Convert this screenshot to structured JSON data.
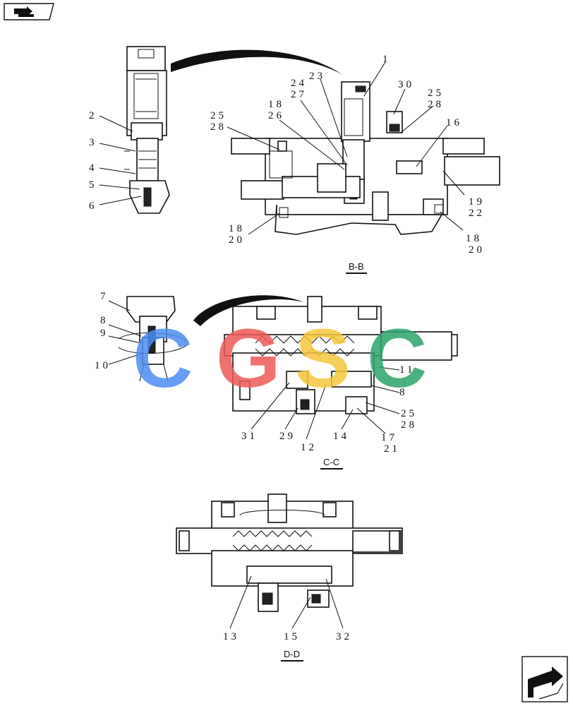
{
  "navigation": {
    "top_left_icon": "book-arrow-icon",
    "bottom_right_icon": "page-forward-arrow-icon"
  },
  "sections": [
    {
      "id": "bb",
      "title": "B-B"
    },
    {
      "id": "cc",
      "title": "C-C"
    },
    {
      "id": "dd",
      "title": "D-D"
    }
  ],
  "callouts": {
    "n1": "1",
    "n2": "2",
    "n3": "3",
    "n4": "4",
    "n5": "5",
    "n6": "6",
    "n7": "7",
    "n8": "8",
    "n9": "9",
    "n10": "10",
    "n11": "11",
    "n12": "12",
    "n13": "13",
    "n14": "14",
    "n15": "15",
    "n16": "16",
    "n17": "17",
    "n18": "18",
    "n19": "19",
    "n20": "20",
    "n21": "21",
    "n22": "22",
    "n23": "23",
    "n24": "24",
    "n25": "25",
    "n26": "26",
    "n27": "27",
    "n28": "28",
    "n29": "29",
    "n30": "30",
    "n31": "31",
    "n32": "32"
  },
  "watermark": {
    "letters": [
      "C",
      "G",
      "S",
      "C"
    ],
    "colors": [
      "#4b8ef2",
      "#ee5a57",
      "#f6c73c",
      "#2ca46a"
    ]
  }
}
